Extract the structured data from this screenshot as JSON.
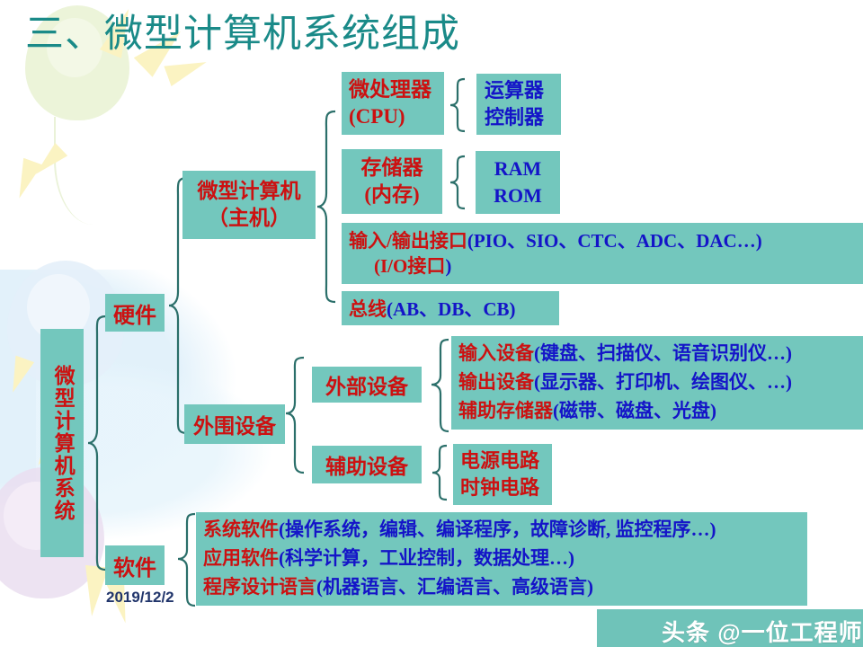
{
  "slide": {
    "title": "三、微型计算机系统组成",
    "date": "2019/12/2",
    "watermark": "头条 @一位工程师",
    "accent_teal": "#73c7bd",
    "red": "#cc1111",
    "blue": "#1414c8",
    "title_color": "#1a8a88"
  },
  "nodes": {
    "root": "微型计算机系统",
    "hardware": "硬件",
    "software": "软件",
    "host": {
      "line1": "微型计算机",
      "line2": "（主机）"
    },
    "peripheral": "外围设备",
    "cpu": {
      "line1": "微处理器",
      "line2": "(CPU)"
    },
    "cpu_parts": {
      "line1": "运算器",
      "line2": "控制器"
    },
    "memory": {
      "line1": "存储器",
      "line2": "(内存)"
    },
    "memory_parts": {
      "line1": "RAM",
      "line2": "ROM"
    },
    "io": {
      "line1_red": "输入/输出接口",
      "line1_blue": "(PIO、SIO、CTC、ADC、DAC…)",
      "line2_red": "(I/O接口",
      "line2_blue": ")"
    },
    "bus": {
      "red": "总线",
      "blue": "(AB、DB、CB)"
    },
    "external_devices": "外部设备",
    "aux_devices": "辅助设备",
    "external_list": [
      {
        "red": "输入设备",
        "blue": "(键盘、扫描仪、语音识别仪…)"
      },
      {
        "red": "输出设备",
        "blue": "(显示器、打印机、绘图仪、…)"
      },
      {
        "red": "辅助存储器",
        "blue": "(磁带、磁盘、光盘)"
      }
    ],
    "aux_list": {
      "line1": "电源电路",
      "line2": "时钟电路"
    },
    "software_list": [
      {
        "red": "系统软件",
        "blue": "(操作系统，编辑、编译程序，故障诊断, 监控程序…)"
      },
      {
        "red": "应用软件",
        "blue": "(科学计算，工业控制，数据处理…)"
      },
      {
        "red": "程序设计语言",
        "blue": "(机器语言、汇编语言、高级语言)"
      }
    ]
  }
}
